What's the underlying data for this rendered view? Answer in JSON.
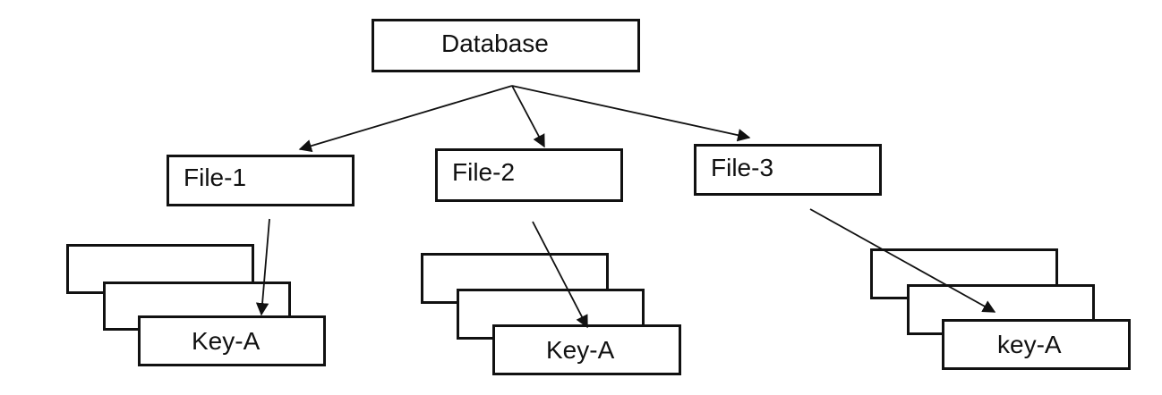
{
  "root": {
    "label": "Database"
  },
  "files": [
    {
      "label": "File-1",
      "key_label": "Key-A"
    },
    {
      "label": "File-2",
      "key_label": "Key-A"
    },
    {
      "label": "File-3",
      "key_label": "key-A"
    }
  ],
  "colors": {
    "stroke": "#111111",
    "background": "#ffffff"
  }
}
